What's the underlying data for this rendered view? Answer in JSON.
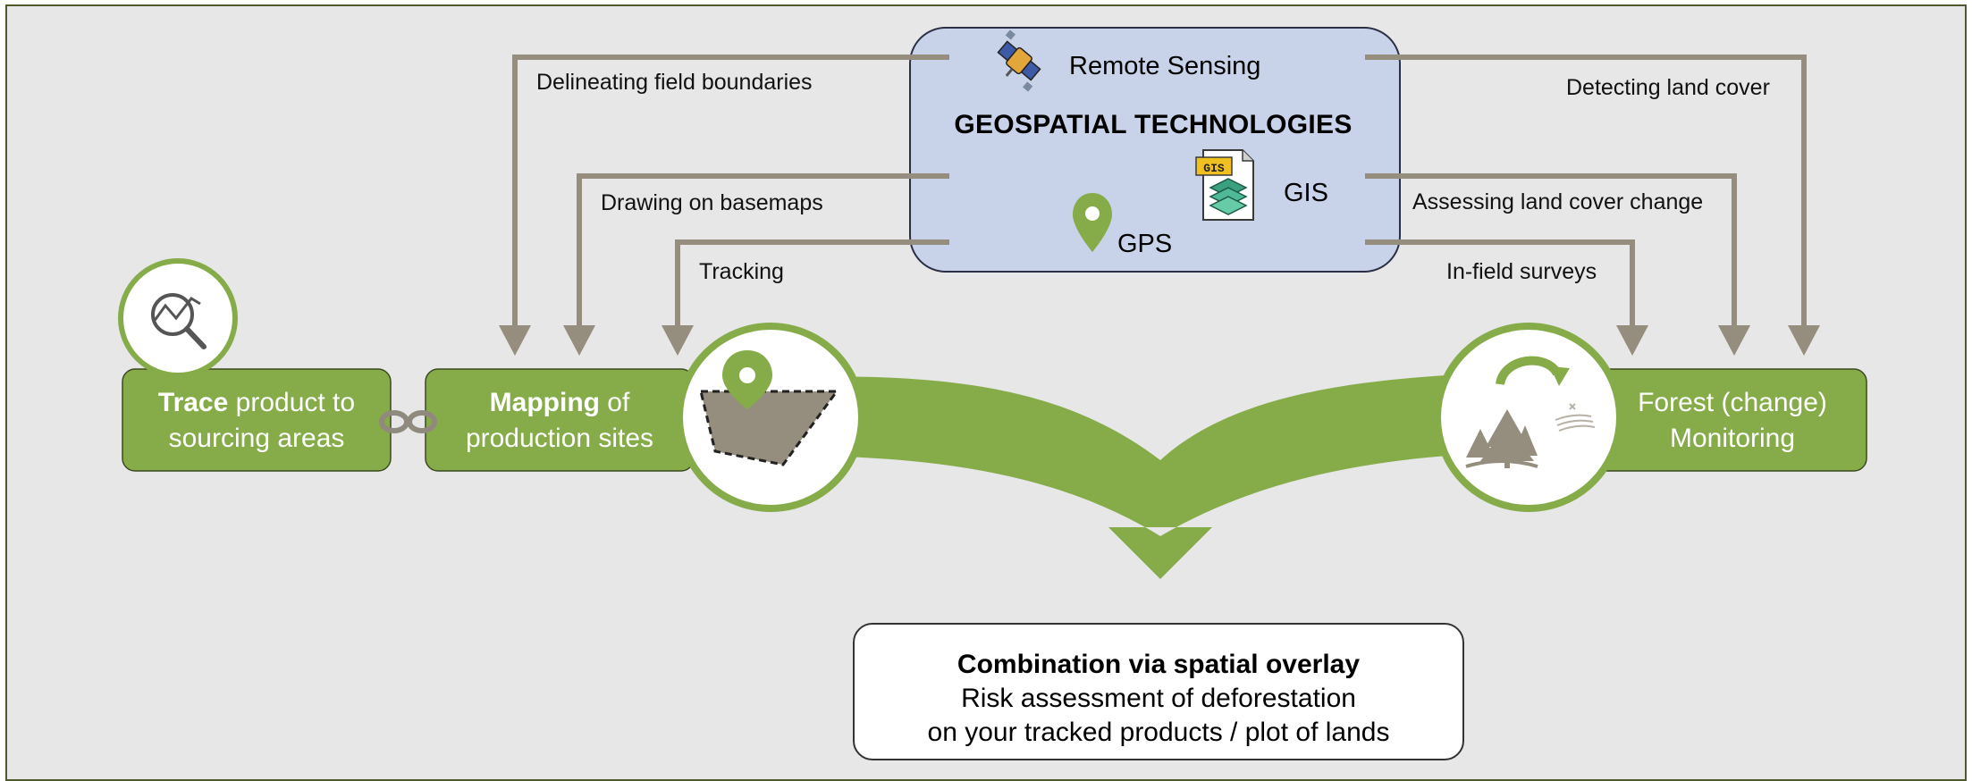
{
  "technology_hub": {
    "title": "GEOSPATIAL TECHNOLOGIES",
    "remote_sensing": "Remote Sensing",
    "gis": "GIS",
    "gps": "GPS",
    "gis_badge": "GIS"
  },
  "flows": {
    "delineating": "Delineating field boundaries",
    "drawing": "Drawing on basemaps",
    "tracking": "Tracking",
    "detecting": "Detecting land cover",
    "assessing": "Assessing land cover change",
    "surveys": "In-field surveys"
  },
  "steps": {
    "trace_bold": "Trace",
    "trace_rest1": " product to",
    "trace_line2": "sourcing areas",
    "mapping_bold": "Mapping",
    "mapping_rest1": " of",
    "mapping_line2": "production sites",
    "forest_line1": "Forest (change)",
    "forest_line2": "Monitoring"
  },
  "result": {
    "title": "Combination via spatial overlay",
    "line1": "Risk assessment of deforestation",
    "line2": "on your tracked products / plot of lands"
  },
  "colors": {
    "green": "#86ac4a",
    "arrow_gray": "#958d7e",
    "hub_fill": "#c8d3e9",
    "background": "#e7e7e7"
  },
  "icons": [
    "magnifier-chart-icon",
    "chain-link-icon",
    "map-pin-icon",
    "satellite-icon",
    "gis-layers-icon",
    "forest-change-icon"
  ]
}
